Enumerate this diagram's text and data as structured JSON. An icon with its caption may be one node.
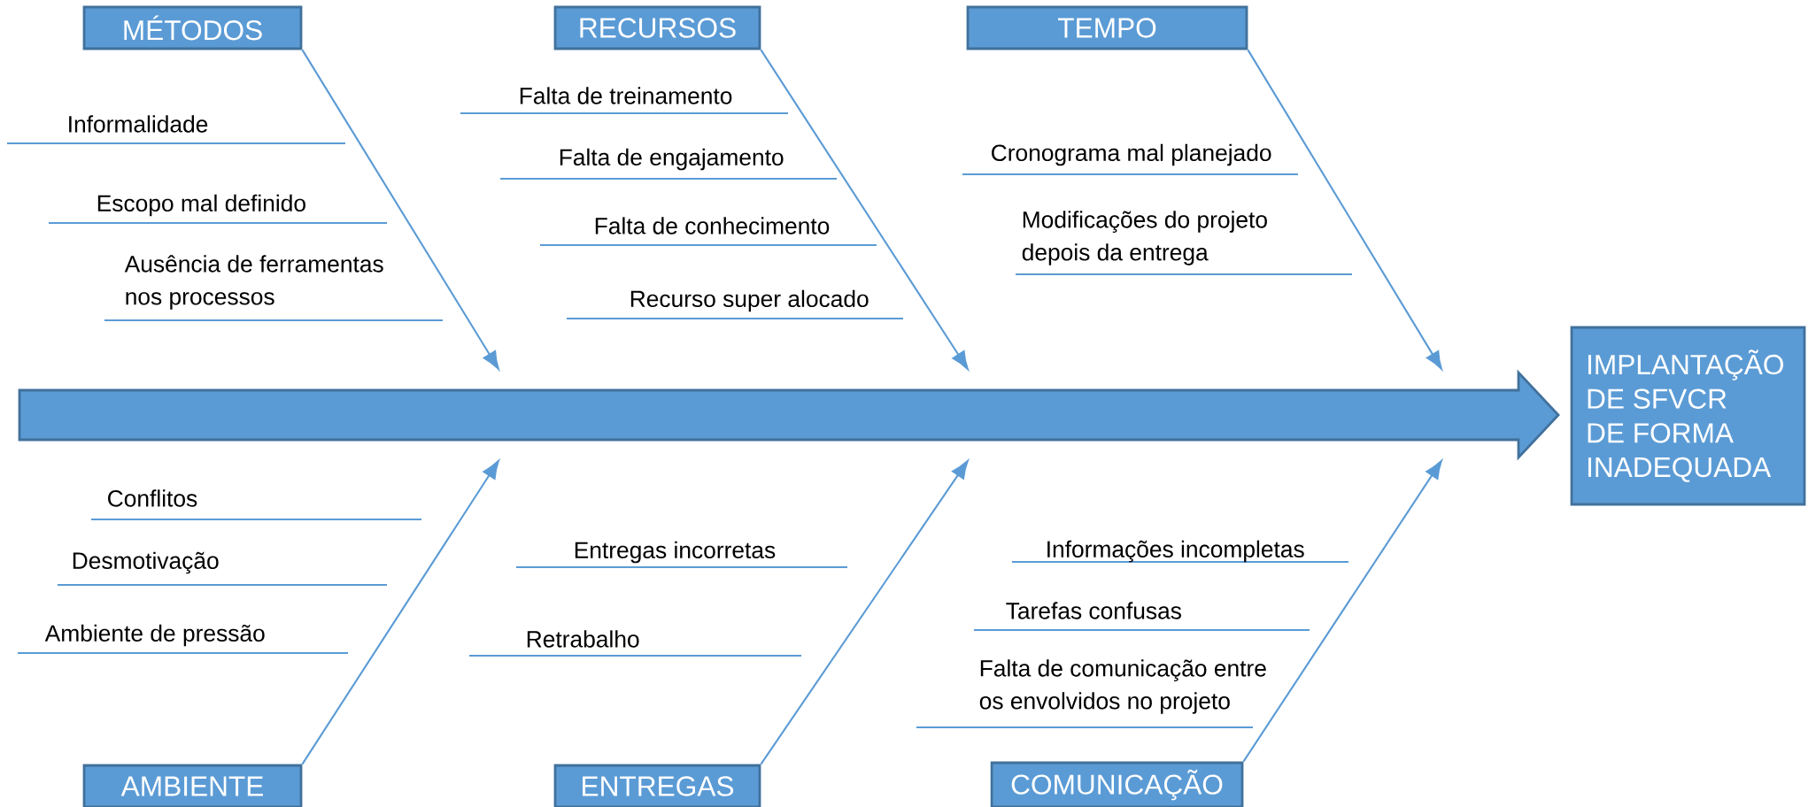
{
  "diagram": {
    "nodes": [
      {
        "text": [
          "MÉTODOS"
        ]
      },
      {
        "text": [
          "RECURSOS"
        ]
      },
      {
        "text": [
          "TEMPO"
        ]
      },
      {
        "text": [],
        "shape": "arrow"
      },
      {
        "text": [
          "IMPLANTAÇÃO DE SFVCR DE FORMA INADEQUADA"
        ]
      },
      {
        "text": [
          "AMBIENTE"
        ]
      },
      {
        "text": [
          "ENTREGAS"
        ]
      },
      {
        "text": [
          "COMUNICAÇÃO"
        ]
      }
    ],
    "edges": [
      {
        "from": 0,
        "to": 3,
        "arrow": "to"
      },
      {
        "from": 1,
        "to": 3,
        "arrow": "to"
      },
      {
        "from": 2,
        "to": 3,
        "arrow": "to"
      },
      {
        "from": 5,
        "to": 3,
        "arrow": "to"
      },
      {
        "from": 6,
        "to": 3,
        "arrow": "to"
      },
      {
        "from": 7,
        "to": 3,
        "arrow": "to"
      }
    ],
    "labels": [
      "Informalidade",
      "Escopo mal definido",
      "Ausência de ferramentas nos processos",
      "Falta de treinamento",
      "Falta de engajamento",
      "Falta de conhecimento",
      "Recurso super alocado",
      "Cronograma mal planejado",
      "Modificações do projeto depois da entrega",
      "Conflitos",
      "Desmotivação",
      "Ambiente de pressão",
      "Entregas incorretas",
      "Retrabalho",
      "Informações incompletas",
      "Tarefas confusas",
      "Falta de comunicação entre os envolvidos no projeto"
    ]
  }
}
